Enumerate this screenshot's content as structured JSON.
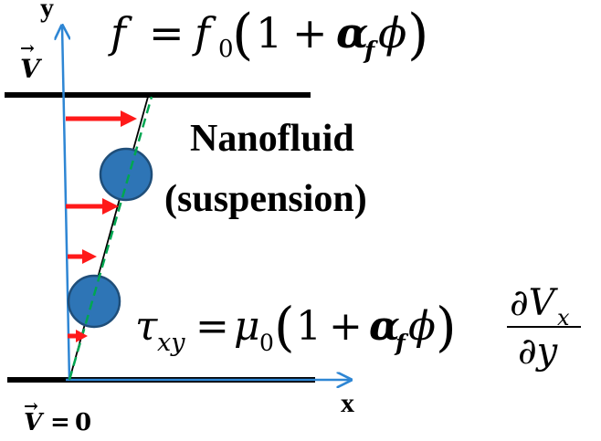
{
  "diagram": {
    "axis_y_label": "y",
    "axis_x_label": "x",
    "top_velocity": {
      "symbol": "V",
      "vector_arrow": "→"
    },
    "bottom_velocity": {
      "symbol": "V",
      "vector_arrow": "→",
      "equals": "=",
      "value": "0"
    },
    "title": {
      "line1": "Nanofluid",
      "line2": "(suspension)"
    },
    "friction_equation": {
      "lhs": "f",
      "eq": "=",
      "f0": "f",
      "f0_sub": "0",
      "open": "(",
      "one": "1",
      "plus": "+",
      "alpha": "α",
      "alpha_sub": "f",
      "phi": "ϕ",
      "close": ")"
    },
    "stress_equation": {
      "tau": "τ",
      "tau_sub": "xy",
      "eq": "=",
      "mu": "μ",
      "mu_sub": "0",
      "open": "(",
      "one": "1",
      "plus": "+",
      "alpha": "α",
      "alpha_sub": "f",
      "phi": "ϕ",
      "close": ")",
      "numerator": "∂V",
      "numerator_sub": "x",
      "denominator": "∂y"
    },
    "colors": {
      "axis": "#2e86d4",
      "wall": "#000000",
      "arrow": "#ff1a1a",
      "particle": "#2e75b6",
      "particle_edge": "#1f4e79",
      "dashed": "#00a651",
      "profile": "#000000"
    }
  }
}
